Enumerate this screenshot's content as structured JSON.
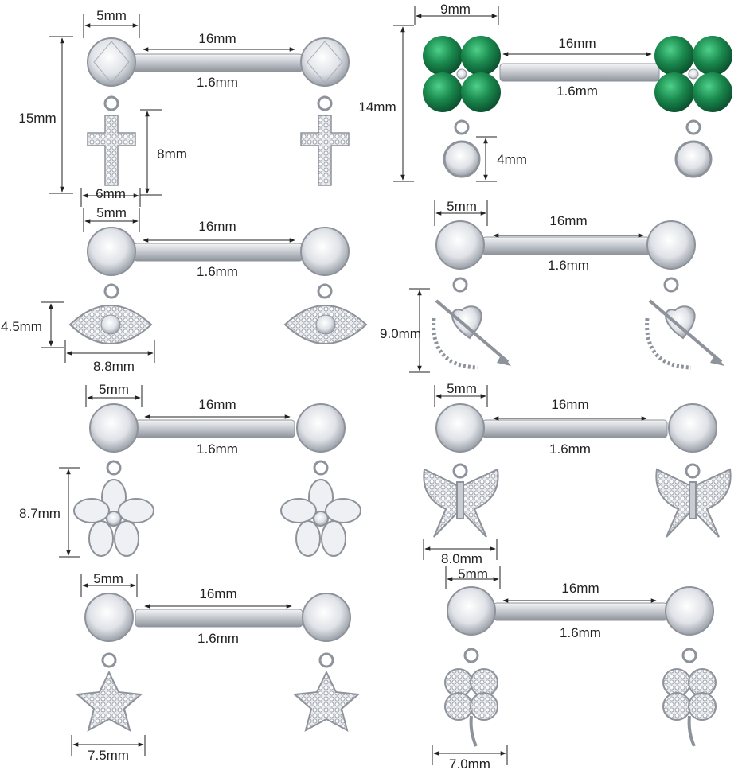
{
  "products": [
    {
      "name": "cross",
      "head_width": "5mm",
      "bar_length": "16mm",
      "bar_gauge": "1.6mm",
      "total_height": "15mm",
      "charm_height": "8mm",
      "charm_width": "6mm"
    },
    {
      "name": "clover-gem",
      "head_width": "9mm",
      "bar_length": "16mm",
      "bar_gauge": "1.6mm",
      "total_height": "14mm",
      "charm_height": "4mm",
      "gem_color": "#1a8a4e"
    },
    {
      "name": "evil-eye",
      "head_width": "5mm",
      "bar_length": "16mm",
      "bar_gauge": "1.6mm",
      "charm_height": "4.5mm",
      "charm_width": "8.8mm"
    },
    {
      "name": "heart-arrow",
      "head_width": "5mm",
      "bar_length": "16mm",
      "bar_gauge": "1.6mm",
      "charm_height": "9.0mm"
    },
    {
      "name": "flower",
      "head_width": "5mm",
      "bar_length": "16mm",
      "bar_gauge": "1.6mm",
      "charm_height": "8.7mm"
    },
    {
      "name": "butterfly",
      "head_width": "5mm",
      "bar_length": "16mm",
      "bar_gauge": "1.6mm",
      "charm_width": "8.0mm"
    },
    {
      "name": "star",
      "head_width": "5mm",
      "bar_length": "16mm",
      "bar_gauge": "1.6mm",
      "charm_width": "7.5mm"
    },
    {
      "name": "clover-charm",
      "head_width": "5mm",
      "bar_length": "16mm",
      "bar_gauge": "1.6mm",
      "charm_width": "7.0mm"
    }
  ],
  "colors": {
    "metal": "#c9ccd2",
    "metal_dark": "#8e939b",
    "gem_green": "#1a8a4e",
    "line": "#222222"
  }
}
